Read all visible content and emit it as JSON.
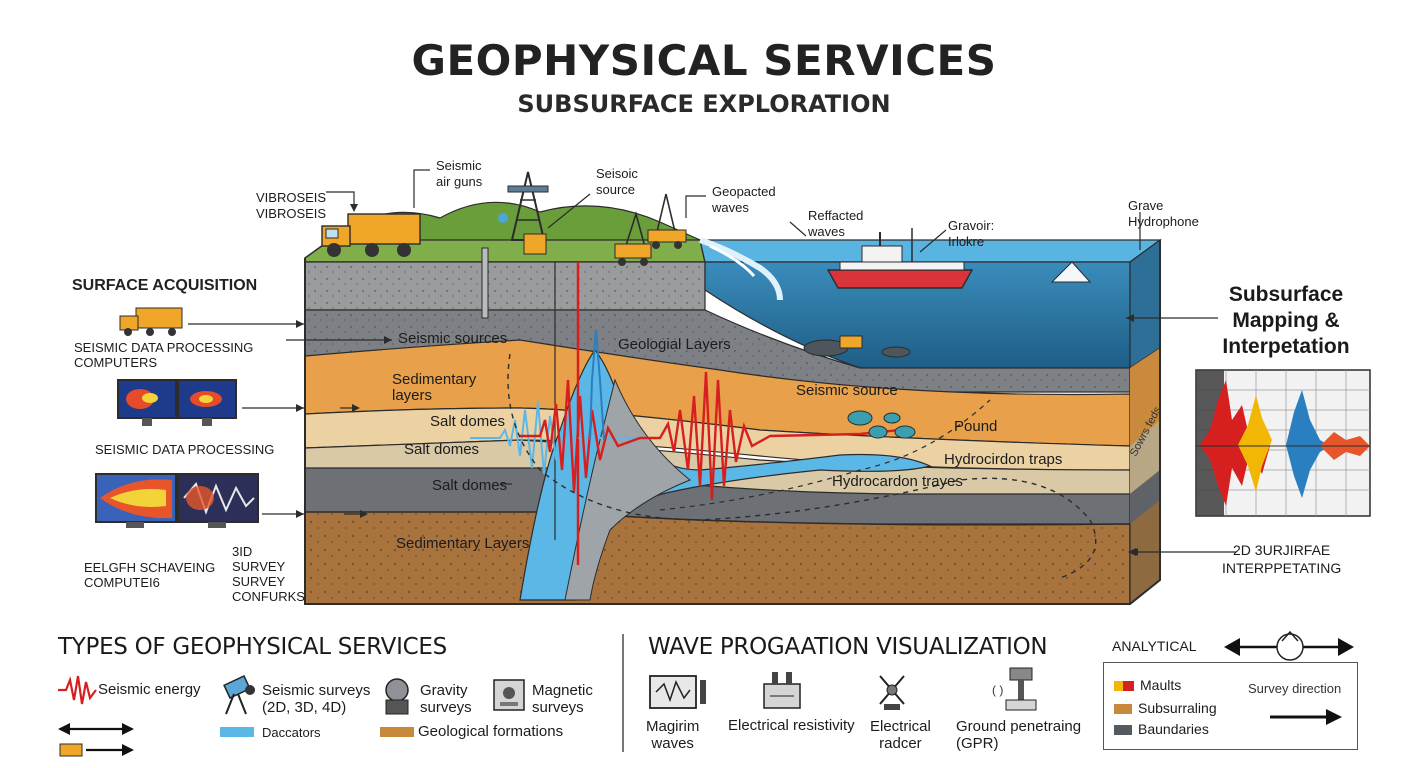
{
  "header": {
    "title": "GEOPHYSICAL SERVICES",
    "subtitle": "SUBSURFACE EXPLORATION"
  },
  "left_panel": {
    "heading": "SURFACE ACQUISITION",
    "label_processing_computers": "SEISMIC DATA PROCESSING\nCOMPUTERS",
    "label_processing": "SEISMIC DATA PROCESSING",
    "label_screening": "EELGFH SCHAVEING\nCOMPUTEI6",
    "label_survey": "3ID\nSURVEY\nSURVEY\nCONFURKS"
  },
  "top_labels": {
    "vibroseis": "VIBROSEIS\nVIBROSEIS",
    "air_guns": "Seismic\nair guns",
    "source": "Seisoic\nsource",
    "geopacted": "Geopacted\nwaves",
    "refracted": "Reffacted\nwaves",
    "gravoir": "Gravoir:\nIrlokre",
    "hydrophone": "Grave\nHydrophone"
  },
  "block_labels": {
    "seismic_sources": "Seismic sources",
    "geological_layers": "Geologial Layers",
    "sedimentary_layers": "Sedimentary\nlayers",
    "salt_domes_1": "Salt domes",
    "salt_domes_2": "Salt domes",
    "salt_domes_3": "Salt domes",
    "seismic_source": "Seismic source",
    "pound": "Pound",
    "hydrocarbon_traps": "Hydrocirdon traps",
    "hydrocarbon_trayes": "Hydrocardon trayes",
    "sedimentary_layers_bottom": "Sedimentary Layers",
    "side_text": "Sowrs feds"
  },
  "right_panel": {
    "mapping_title": "Subsurface\nMapping &\nInterpetation",
    "label_2d": "2D 3URJIRFAE\nINTERPPETATING"
  },
  "types_section": {
    "heading": "TYPES OF GEOPHYSICAL SERVICES",
    "items": [
      {
        "icon": "seismic-energy-icon",
        "label": "Seismic energy"
      },
      {
        "icon": "survey-instrument-icon",
        "label": "Seismic surveys\n(2D, 3D, 4D)"
      },
      {
        "icon": "gravity-meter-icon",
        "label": "Gravity\nsurveys"
      },
      {
        "icon": "magnetometer-icon",
        "label": "Magnetic\nsurveys"
      }
    ],
    "legend": [
      {
        "color": "#5bb8e6",
        "label": "Daccators"
      },
      {
        "color": "#c8893d",
        "label": "Geological formations"
      }
    ]
  },
  "wave_section": {
    "heading": "WAVE PROGAATION VISUALIZATION",
    "items": [
      {
        "icon": "monitor-icon",
        "label": "Magirim\nwaves"
      },
      {
        "icon": "resistivity-meter-icon",
        "label": "Electrical resistivity"
      },
      {
        "icon": "electrical-radar-icon",
        "label": "Electrical\nradcer"
      },
      {
        "icon": "gpr-icon",
        "label": "Ground penetraing\n(GPR)"
      }
    ]
  },
  "analytical": {
    "label": "ANALYTICAL",
    "legend": [
      {
        "colors": [
          "#f2b705",
          "#d62020"
        ],
        "label": "Maults"
      },
      {
        "colors": [
          "#c8893d"
        ],
        "label": "Subsurraling"
      },
      {
        "colors": [
          "#555a60"
        ],
        "label": "Baundaries"
      }
    ],
    "survey_direction": "Survey direction"
  },
  "colors": {
    "sky_water": "#4aa8d8",
    "sediment_orange": "#e8a04a",
    "sediment_beige": "#ecd2a2",
    "rock_grey": "#8c8f93",
    "soil_brown": "#a9733e",
    "grass": "#7fae4a",
    "wave_red": "#d62020",
    "salt_blue": "#5bb8e6"
  }
}
